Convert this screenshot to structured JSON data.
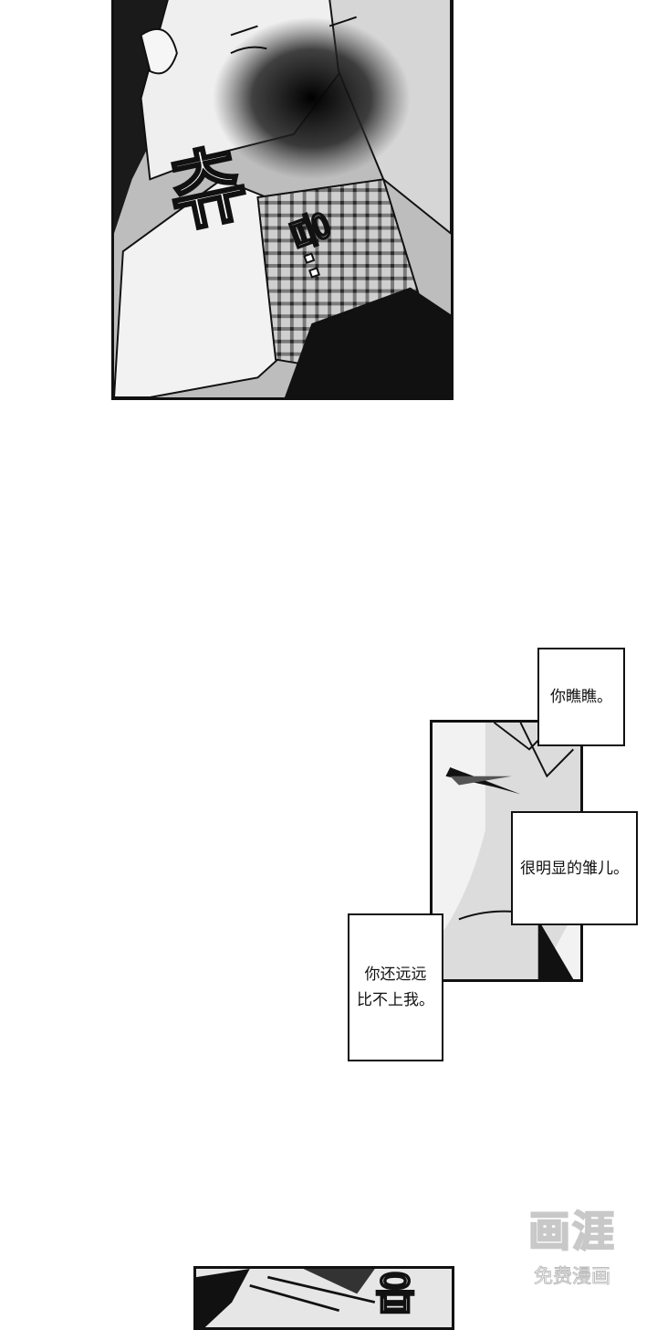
{
  "panels": {
    "top": {
      "sfx_1": "츄",
      "sfx_2": "읍.."
    },
    "middle": {
      "bubble_1": "你瞧瞧。",
      "bubble_2": "很明显的雏儿。",
      "bubble_3_line1": "你还远远",
      "bubble_3_line2": "比不上我。"
    },
    "bottom": {
      "sfx": "읍"
    }
  },
  "watermark": {
    "title": "画涯",
    "subtitle": "免费漫画"
  }
}
